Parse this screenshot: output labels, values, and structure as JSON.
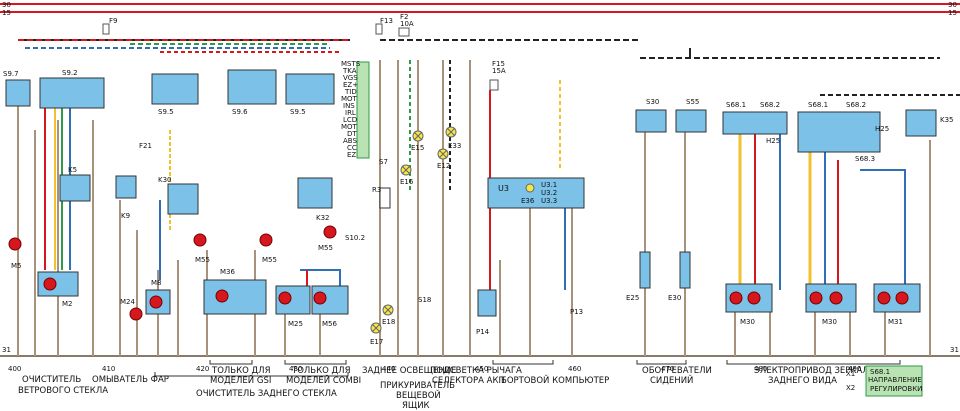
{
  "rails": {
    "top": [
      {
        "label": "30",
        "color": "#d6171e"
      },
      {
        "label": "15",
        "color": "#d6171e"
      }
    ],
    "bottom": {
      "label": "31",
      "color": "#8a7a6a"
    }
  },
  "fuses": [
    "F9",
    "F13",
    "F2",
    "F21",
    "F15"
  ],
  "fuse_ratings": {
    "F2": "10A",
    "F15": "15A"
  },
  "components": {
    "switches": [
      "S9.7",
      "S9.2",
      "S9.5",
      "S9.6",
      "S9.5",
      "S7",
      "S10.2",
      "S18",
      "S30",
      "S55",
      "S68.1",
      "S68.2",
      "S68.1",
      "S68.2",
      "S68.3"
    ],
    "relays": [
      "K5",
      "K9",
      "K30",
      "K32",
      "K35"
    ],
    "motors": [
      "M5",
      "M2",
      "M24",
      "M8",
      "M36",
      "M25",
      "M56",
      "M55",
      "M30",
      "M30",
      "M31"
    ],
    "lamps": [
      "E15",
      "E33",
      "E16",
      "E12",
      "E17",
      "E18"
    ],
    "heaters": [
      "E25",
      "E30"
    ],
    "other": [
      "U3",
      "E36",
      "U3.1",
      "U3.2",
      "U3.3",
      "P14",
      "P13",
      "H25",
      "R3"
    ]
  },
  "connector_labels": [
    "MSTS",
    "TKA",
    "VGS",
    "EZ+",
    "TID",
    "MOT",
    "INS",
    "IRL",
    "LCD",
    "MOT",
    "DT",
    "ABS",
    "CC",
    "EZ"
  ],
  "zone_numbers": [
    "400",
    "410",
    "420",
    "430",
    "440",
    "450",
    "460",
    "470",
    "480",
    "490"
  ],
  "captions": {
    "c400": [
      "ОЧИСТИТЕЛЬ",
      "ВЕТРОВОГО СТЕКЛА"
    ],
    "c410": [
      "ОМЫВАТЕЛЬ ФАР"
    ],
    "c420_gsi": [
      "ТОЛЬКО ДЛЯ",
      "МОДЕЛЕЙ GSI"
    ],
    "c430_combi": [
      "ТОЛЬКО ДЛЯ",
      "МОДЕЛЕЙ COMBI"
    ],
    "c420_main": [
      "ОЧИСТИТЕЛЬ ЗАДНЕГО СТЕКЛА"
    ],
    "c440": [
      "ЗАДНЕЕ ОСВЕЩЕНИЕ"
    ],
    "c445": [
      "ПРИКУРИВАТЕЛЬ",
      "ВЕЩЕВОЙ",
      "ЯЩИК"
    ],
    "c448": [
      "ПОДСВЕТКА РЫЧАГА",
      "СЕЛЕКТОРА АКП"
    ],
    "c460": [
      "БОРТОВОЙ КОМПЬЮТЕР"
    ],
    "c470": [
      "ОБОГРЕВАТЕЛИ",
      "СИДЕНИЙ"
    ],
    "c480": [
      "ЭЛЕКТРОПРИВОД ЗЕРКАЛ",
      "ЗАДНЕГО ВИДА"
    ]
  },
  "legend_box": {
    "title": "S68.1",
    "lines": [
      "НАПРАВЛЕНИЕ",
      "РЕГУЛИРОВКИ"
    ],
    "pins": [
      "X1",
      "X2"
    ]
  }
}
